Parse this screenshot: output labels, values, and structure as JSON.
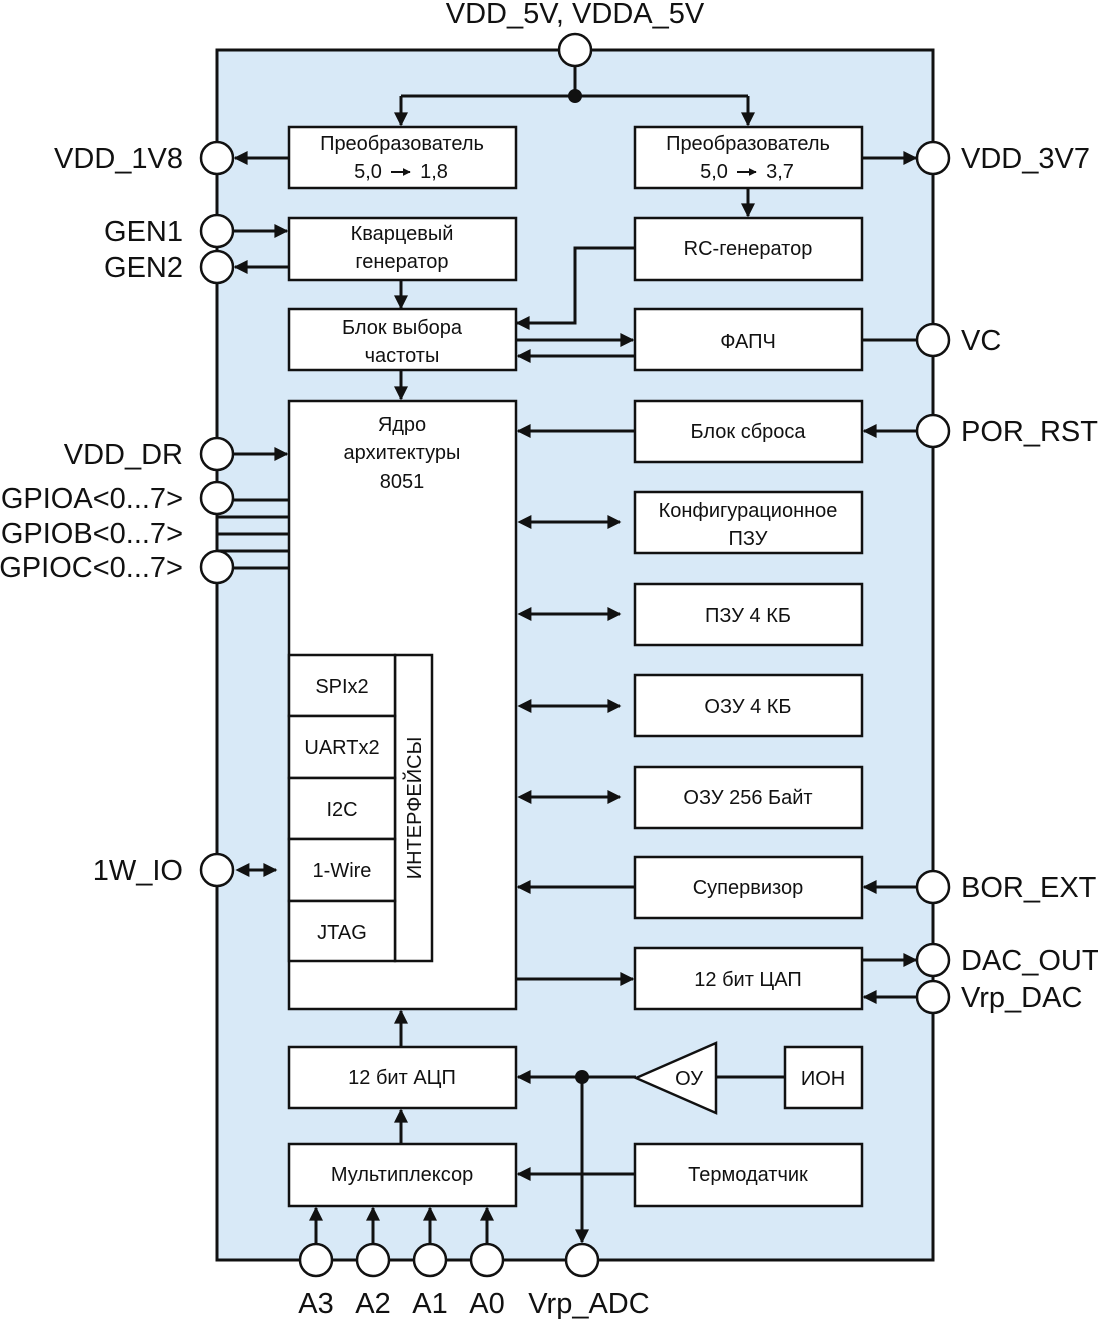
{
  "pins": {
    "vdd5": "VDD_5V, VDDA_5V",
    "vdd1v8": "VDD_1V8",
    "vdd3v7": "VDD_3V7",
    "gen1": "GEN1",
    "gen2": "GEN2",
    "vc": "VC",
    "por_rst": "POR_RST",
    "vdd_dr": "VDD_DR",
    "gpioa": "GPIOA<0...7>",
    "gpiob": "GPIOB<0...7>",
    "gpioc": "GPIOC<0...7>",
    "w1_io": "1W_IO",
    "bor_ext": "BOR_EXT",
    "dac_out": "DAC_OUT",
    "vrp_dac": "Vrp_DAC",
    "a3": "A3",
    "a2": "A2",
    "a1": "A1",
    "a0": "A0",
    "vrp_adc": "Vrp_ADC"
  },
  "blocks": {
    "conv18_l1": "Преобразователь",
    "conv18_l2": "5,0",
    "conv18_l3": "1,8",
    "conv37_l1": "Преобразователь",
    "conv37_l2": "5,0",
    "conv37_l3": "3,7",
    "xtal_l1": "Кварцевый",
    "xtal_l2": "генератор",
    "rc": "RC-генератор",
    "freq_l1": "Блок выбора",
    "freq_l2": "частоты",
    "pll": "ФАПЧ",
    "core_l1": "Ядро",
    "core_l2": "архитектуры",
    "core_l3": "8051",
    "reset": "Блок сброса",
    "cfg_l1": "Конфигурационное",
    "cfg_l2": "ПЗУ",
    "rom": "ПЗУ 4 КБ",
    "ram4": "ОЗУ 4 КБ",
    "ram256": "ОЗУ 256 Байт",
    "supervisor": "Супервизор",
    "dac": "12 бит ЦАП",
    "adc": "12 бит АЦП",
    "opamp": "ОУ",
    "vref": "ИОН",
    "mux": "Мультиплексор",
    "thermo": "Термодатчик",
    "spi": "SPIx2",
    "uart": "UARTx2",
    "i2c": "I2C",
    "onewire": "1-Wire",
    "jtag": "JTAG",
    "interfaces": "ИНТЕРФЕЙСЫ"
  },
  "colors": {
    "chip_fill": "#d8e9f7",
    "stroke": "#111111"
  }
}
